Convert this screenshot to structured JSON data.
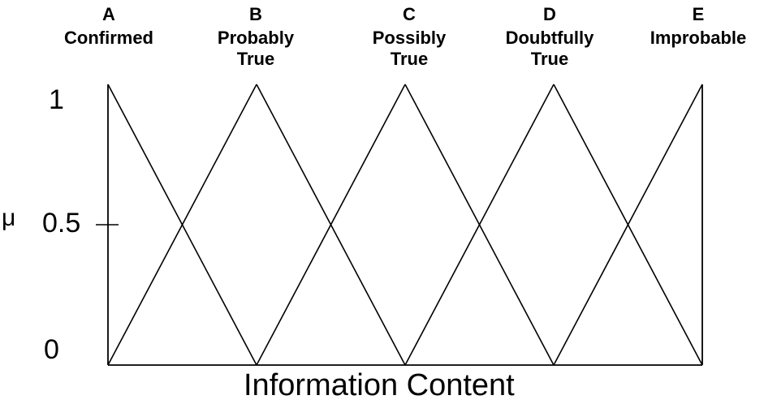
{
  "chart_data": {
    "type": "line",
    "title": "",
    "xlabel": "Information Content",
    "ylabel": "μ",
    "yticks": [
      "1",
      "0.5",
      "0"
    ],
    "ylim": [
      0,
      1
    ],
    "grid": false,
    "sets": [
      {
        "letter": "A",
        "name": [
          "Confirmed"
        ]
      },
      {
        "letter": "B",
        "name": [
          "Probably",
          "True"
        ]
      },
      {
        "letter": "C",
        "name": [
          "Possibly",
          "True"
        ]
      },
      {
        "letter": "D",
        "name": [
          "Doubtfully",
          "True"
        ]
      },
      {
        "letter": "E",
        "name": [
          "Improbable"
        ]
      }
    ]
  },
  "colors": {
    "line": "#000000",
    "background": "#ffffff"
  }
}
